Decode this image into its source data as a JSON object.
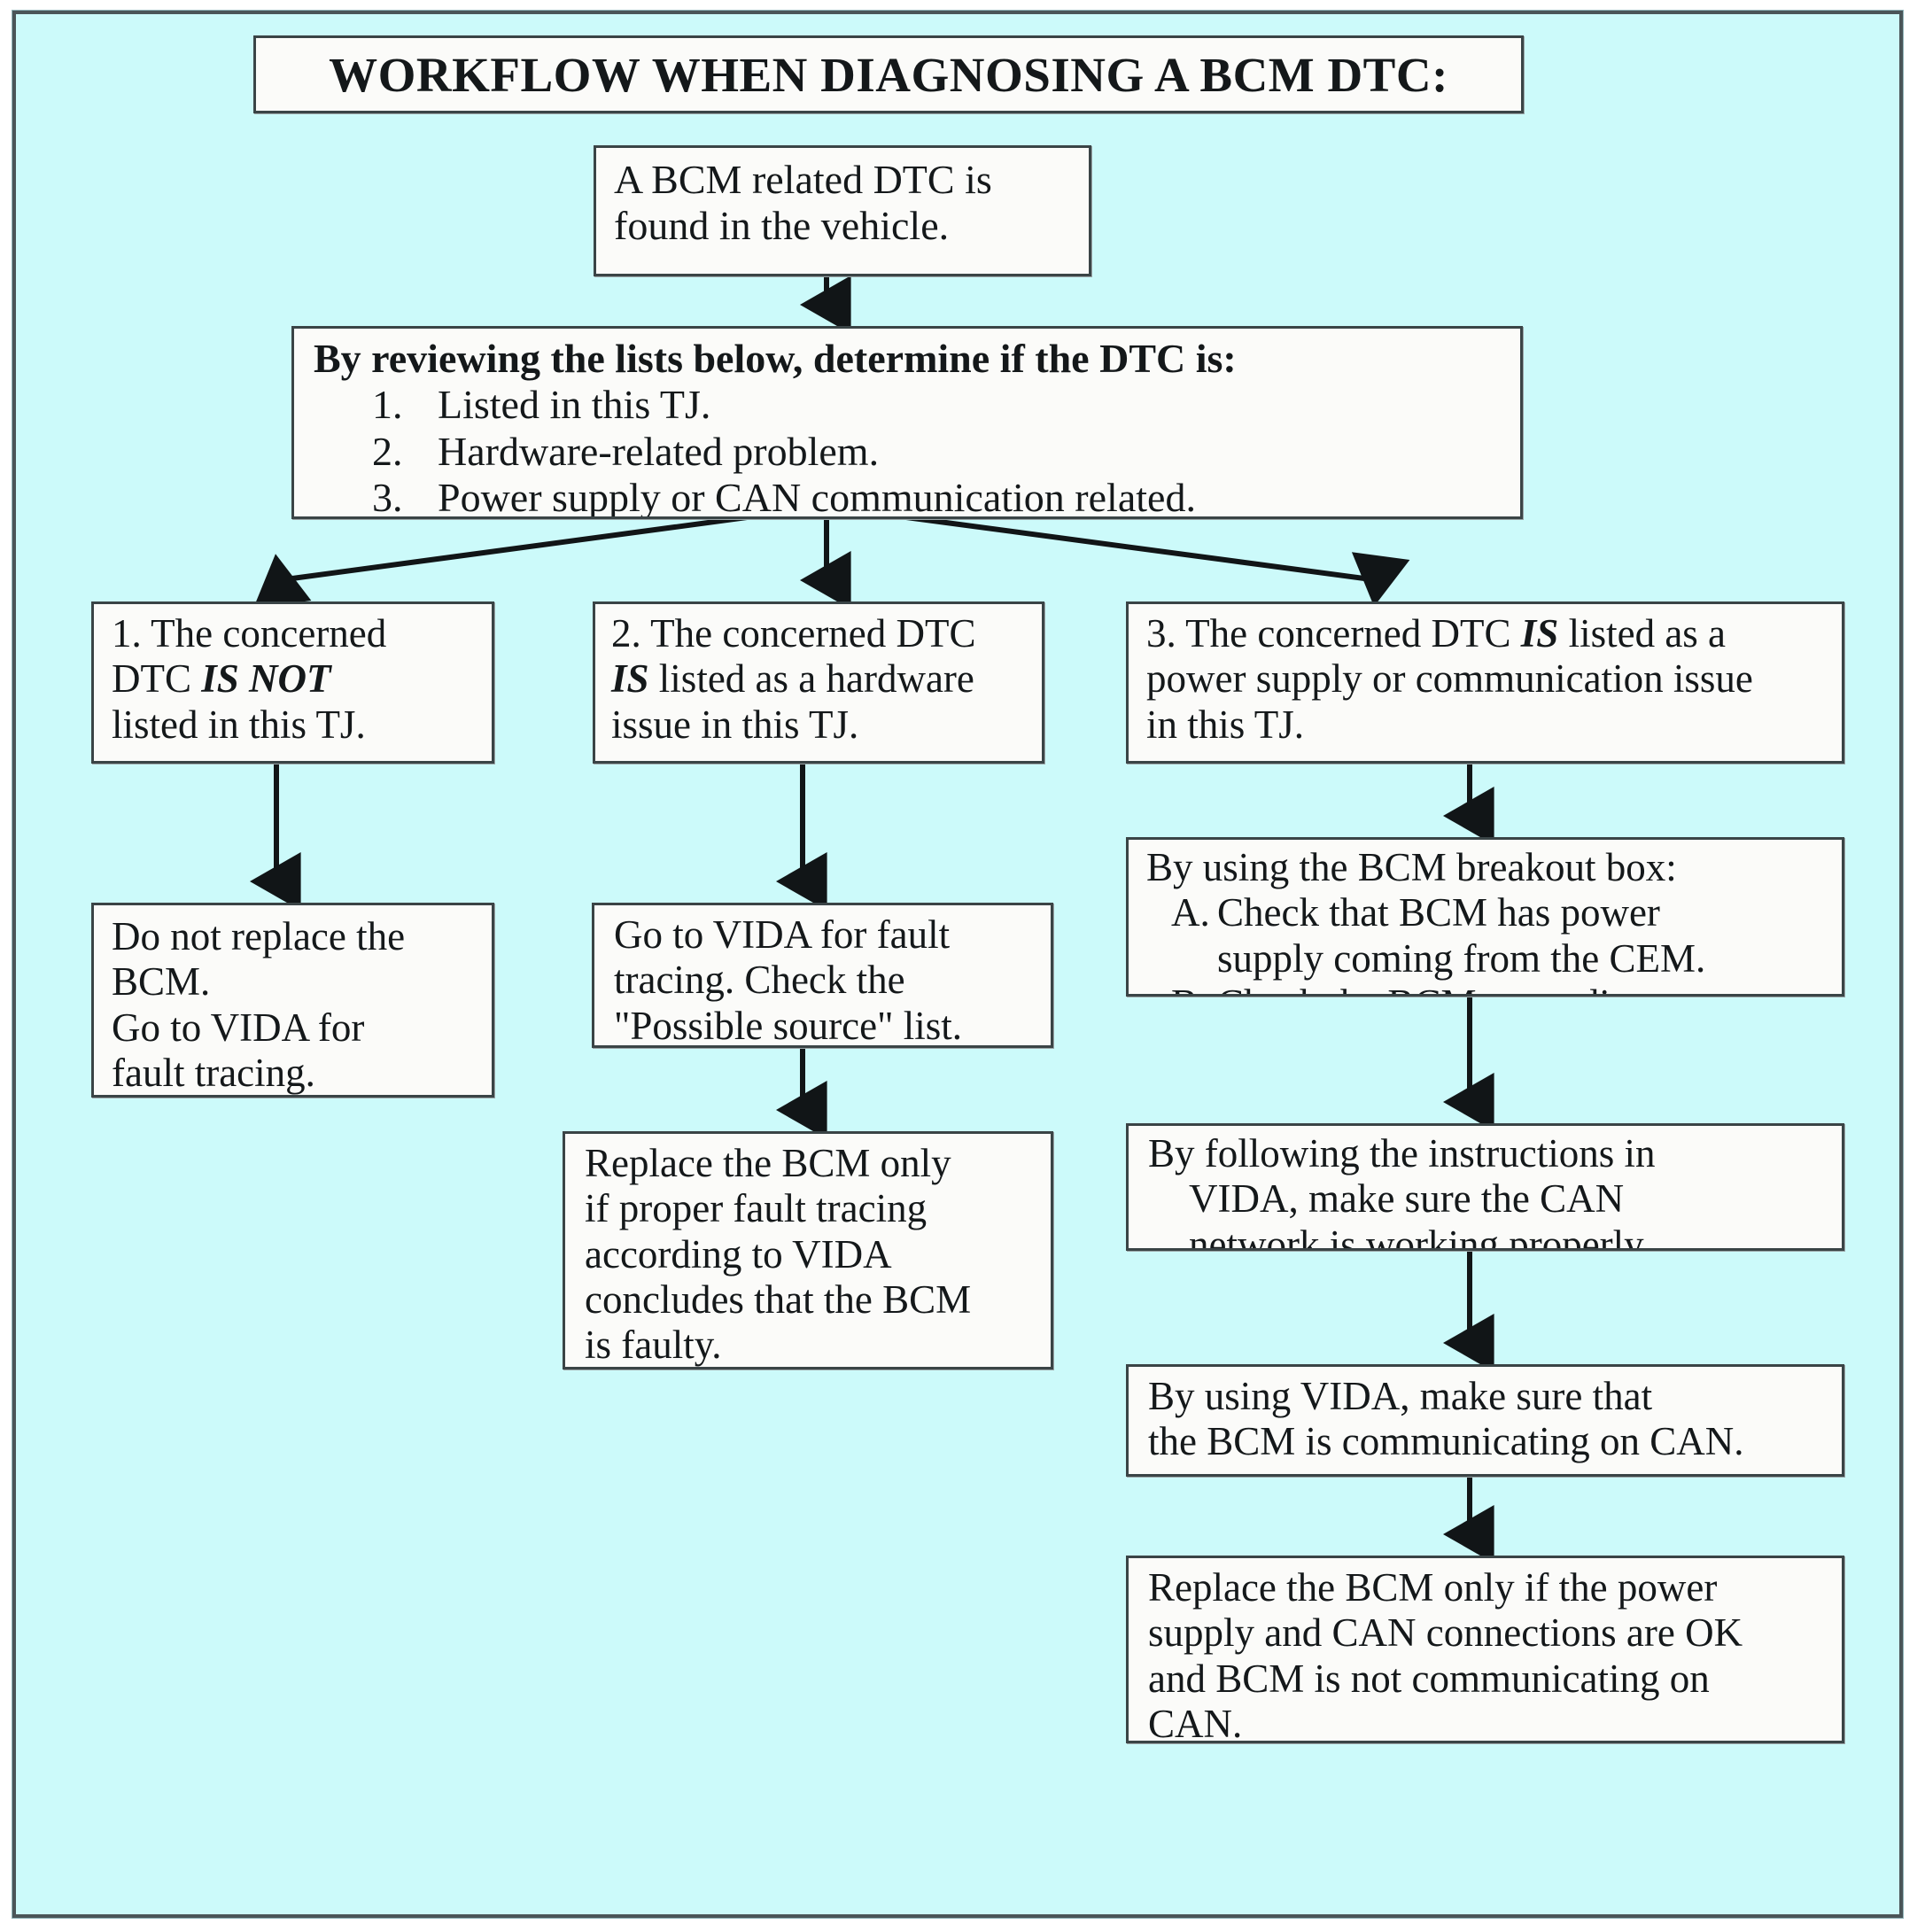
{
  "page": {
    "background_color": "#CCFAFA",
    "border_color": "#4a5558",
    "node_fill": "#FBFBF9",
    "node_border": "#3a4446",
    "text_color": "#14181a"
  },
  "title": "WORKFLOW WHEN DIAGNOSING A BCM DTC:",
  "nodes": {
    "start": {
      "line1": "A BCM related DTC is",
      "line2": "found in the vehicle."
    },
    "review": {
      "heading": "By reviewing the lists below, determine if the DTC is:",
      "items": [
        {
          "num": "1.",
          "text": "Listed in this TJ."
        },
        {
          "num": "2.",
          "text": "Hardware-related problem."
        },
        {
          "num": "3.",
          "text": "Power supply or CAN communication related."
        }
      ]
    },
    "branch1": {
      "line1": "1. The concerned",
      "line2_pre": "DTC ",
      "line2_em": "IS NOT",
      "line3": "listed in this TJ."
    },
    "branch2": {
      "line1": "2. The concerned DTC",
      "line2_em": "IS",
      "line2_post": " listed as a hardware",
      "line3": "issue in this TJ."
    },
    "branch3": {
      "line1_pre": "3. The concerned DTC ",
      "line1_em": "IS",
      "line1_post": " listed as a",
      "line2": "power supply or communication issue",
      "line3": "in this TJ."
    },
    "left2": {
      "line1": "Do not replace the",
      "line2": "BCM.",
      "line3": "Go to VIDA for",
      "line4": "fault tracing."
    },
    "mid2": {
      "line1": "Go to VIDA for fault",
      "line2": "tracing. Check the",
      "line3": "\"Possible source\" list."
    },
    "mid3": {
      "line1": "Replace the BCM only",
      "line2": "if proper fault tracing",
      "line3": "according to VIDA",
      "line4": "concludes that the BCM",
      "line5": "is faulty."
    },
    "right2": {
      "heading": "By using the BCM breakout box:",
      "items": [
        {
          "num": "A.",
          "text": "Check that BCM has power"
        },
        {
          "num": "",
          "text": "supply coming from the CEM."
        },
        {
          "num": "B.",
          "text": "Check the BCM grounding."
        }
      ]
    },
    "right3": {
      "line1": "By following the instructions in",
      "line2": "VIDA, make sure the CAN",
      "line3": "network is working properly."
    },
    "right4": {
      "line1": "By using VIDA, make sure that",
      "line2": "the BCM is communicating on CAN."
    },
    "right5": {
      "line1": "Replace the BCM only if the power",
      "line2": "supply and CAN connections are OK",
      "line3": "and BCM is not communicating on",
      "line4": "CAN."
    }
  }
}
